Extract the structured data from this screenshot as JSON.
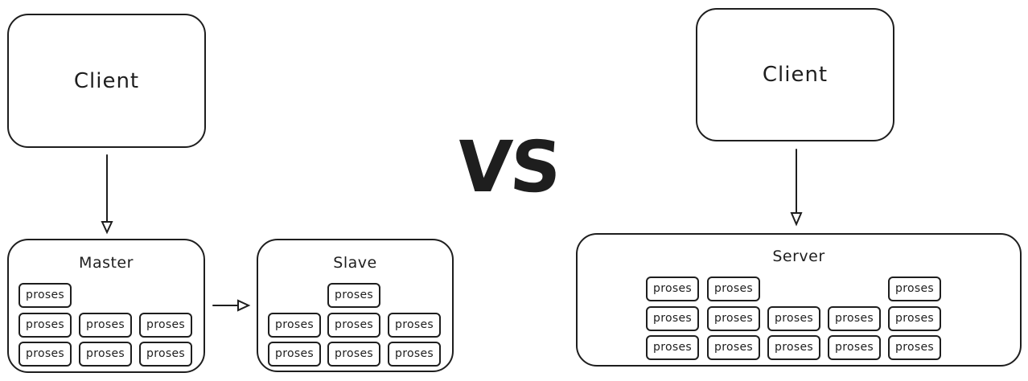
{
  "left": {
    "client": {
      "label": "Client"
    },
    "master": {
      "label": "Master",
      "processes": [
        "proses",
        "proses",
        "proses",
        "proses",
        "proses",
        "proses",
        "proses"
      ]
    },
    "slave": {
      "label": "Slave",
      "processes": [
        "proses",
        "proses",
        "proses",
        "proses",
        "proses",
        "proses",
        "proses"
      ]
    }
  },
  "vs_label": "VS",
  "right": {
    "client": {
      "label": "Client"
    },
    "server": {
      "label": "Server",
      "processes": [
        "proses",
        "proses",
        "proses",
        "proses",
        "proses",
        "proses",
        "proses",
        "proses",
        "proses",
        "proses",
        "proses",
        "proses",
        "proses"
      ]
    }
  }
}
